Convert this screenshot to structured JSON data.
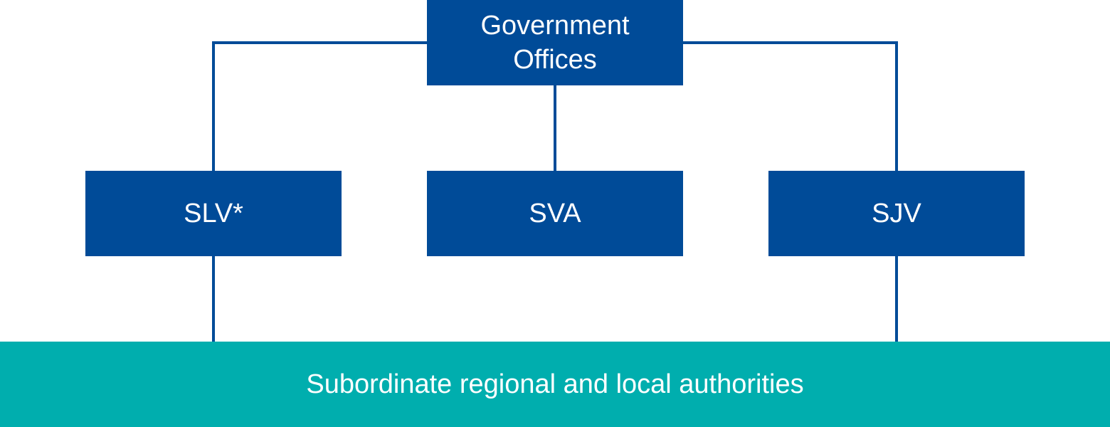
{
  "root": {
    "label": "Government Offices",
    "line1": "Government",
    "line2": "Offices"
  },
  "agencies": [
    {
      "label": "SLV*"
    },
    {
      "label": "SVA"
    },
    {
      "label": "SJV"
    }
  ],
  "bottom": {
    "label": "Subordinate regional and local authorities"
  },
  "colors": {
    "box": "#004b98",
    "bottom": "#00aeae",
    "text": "#ffffff"
  }
}
